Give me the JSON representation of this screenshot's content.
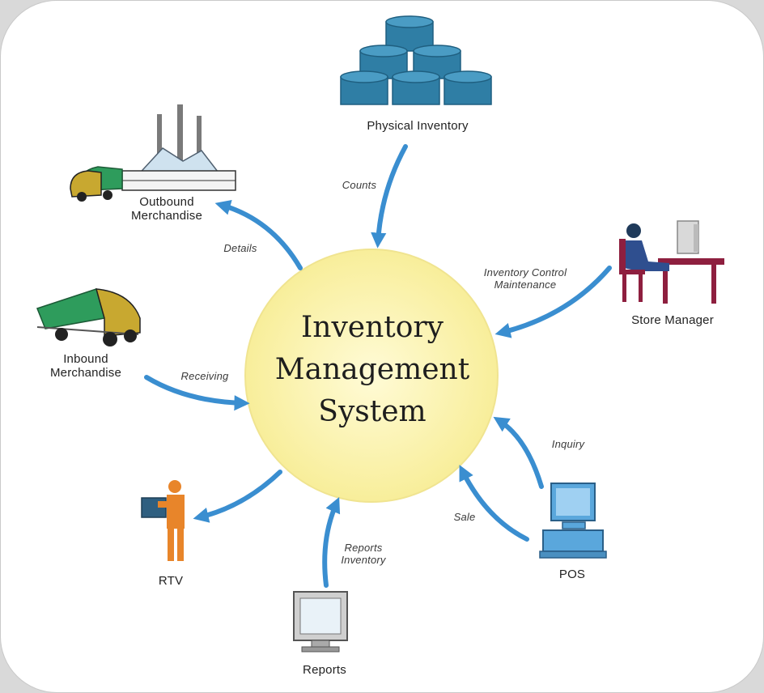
{
  "hub": {
    "lines": [
      "Inventory",
      "Management",
      "System"
    ]
  },
  "nodes": {
    "physical_inventory": "Physical Inventory",
    "outbound": [
      "Outbound",
      "Merchandise"
    ],
    "inbound": [
      "Inbound",
      "Merchandise"
    ],
    "store_manager": "Store Manager",
    "pos": "POS",
    "rtv": "RTV",
    "reports": "Reports"
  },
  "edges": {
    "counts": "Counts",
    "details": "Details",
    "receiving": "Receiving",
    "inventory_control": [
      "Inventory Control",
      "Maintenance"
    ],
    "inquiry": "Inquiry",
    "sale": "Sale",
    "reports_inventory": [
      "Reports",
      "Inventory"
    ]
  },
  "colors": {
    "hub_fill": "#fbf6b9",
    "arrow": "#3a8ed0",
    "database": "#2f7ea5",
    "truck_green": "#2e9c5c",
    "person_orange": "#e8852a",
    "monitor_blue": "#5aa7dc",
    "desk_maroon": "#8e1f3f"
  }
}
